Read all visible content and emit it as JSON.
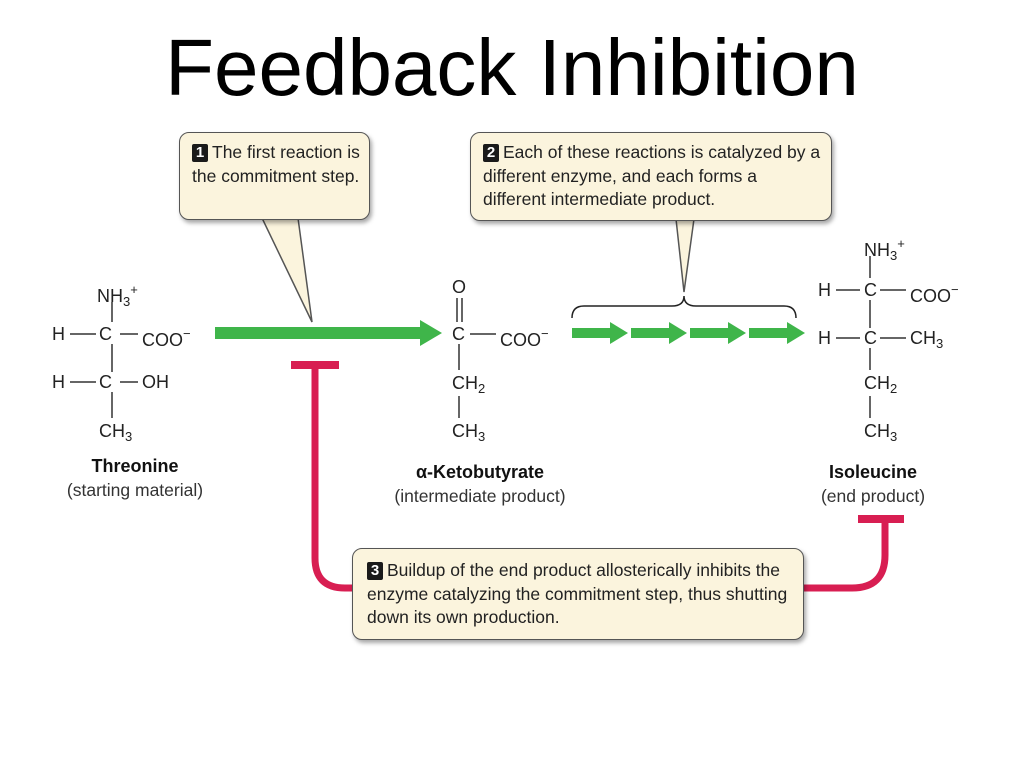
{
  "title": "Feedback Inhibition",
  "callouts": {
    "c1": {
      "num": "1",
      "text": "The first reaction is the commitment step."
    },
    "c2": {
      "num": "2",
      "text": "Each of these reactions is catalyzed by a different enzyme, and each forms a different intermediate product."
    },
    "c3": {
      "num": "3",
      "text": "Buildup of the end product allosterically inhibits the enzyme catalyzing the commitment step, thus shutting down its own production."
    }
  },
  "molecules": {
    "threonine": {
      "name": "Threonine",
      "role": "(starting material)"
    },
    "ketobutyrate": {
      "name": "α-Ketobutyrate",
      "role": "(intermediate product)"
    },
    "isoleucine": {
      "name": "Isoleucine",
      "role": "(end product)"
    }
  },
  "atoms": {
    "H": "H",
    "C": "C",
    "O": "O",
    "N": "N",
    "OH": "OH",
    "COO": "COO",
    "CH": "CH",
    "sub2": "2",
    "sub3": "3",
    "plus": "+",
    "minus": "−"
  },
  "colors": {
    "pathway_arrow": "#3fb54a",
    "inhibition": "#d81e52",
    "callout_bg": "#fbf4dd"
  }
}
